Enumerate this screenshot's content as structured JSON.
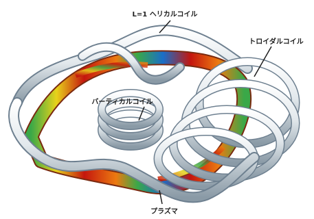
{
  "labels": {
    "helical": "L=1 ヘリカルコイル",
    "toroidal": "トロイダルコイル",
    "vertical": "バーティカルコイル",
    "plasma": "プラズマ"
  },
  "colors": {
    "background": "#ffffff",
    "coil": "#e4eaee",
    "coil_highlight": "#ffffff",
    "coil_shadow": "#6e8090",
    "label_text": "#1e1e1e",
    "plasma_red": "#c4160e",
    "plasma_orange": "#ec7a10",
    "plasma_yellow": "#e8d21a",
    "plasma_green": "#3aa848",
    "plasma_blue": "#1a6ec8"
  }
}
